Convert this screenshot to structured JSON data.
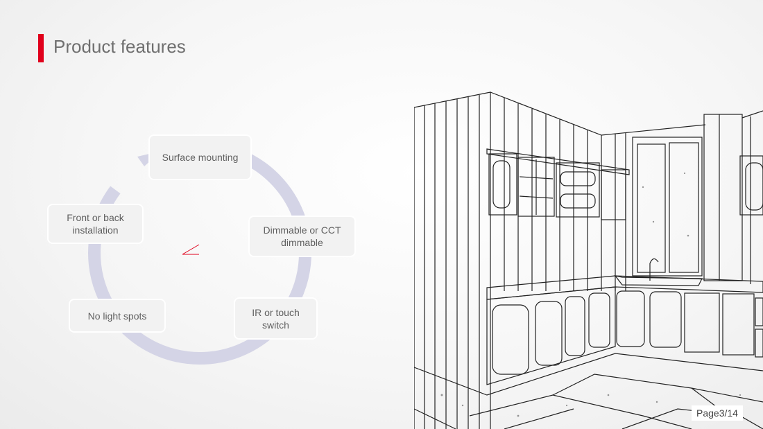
{
  "slide": {
    "title": "Product features",
    "accent_color": "#e0001b",
    "page_number": "Page3/14"
  },
  "cycle": {
    "ring_color": "#d4d4e6",
    "features": [
      "Surface mounting",
      "Dimmable or CCT dimmable",
      "IR or touch switch",
      "No light spots",
      "Front or back installation"
    ]
  },
  "illustration": {
    "subject": "kitchen-line-drawing"
  }
}
